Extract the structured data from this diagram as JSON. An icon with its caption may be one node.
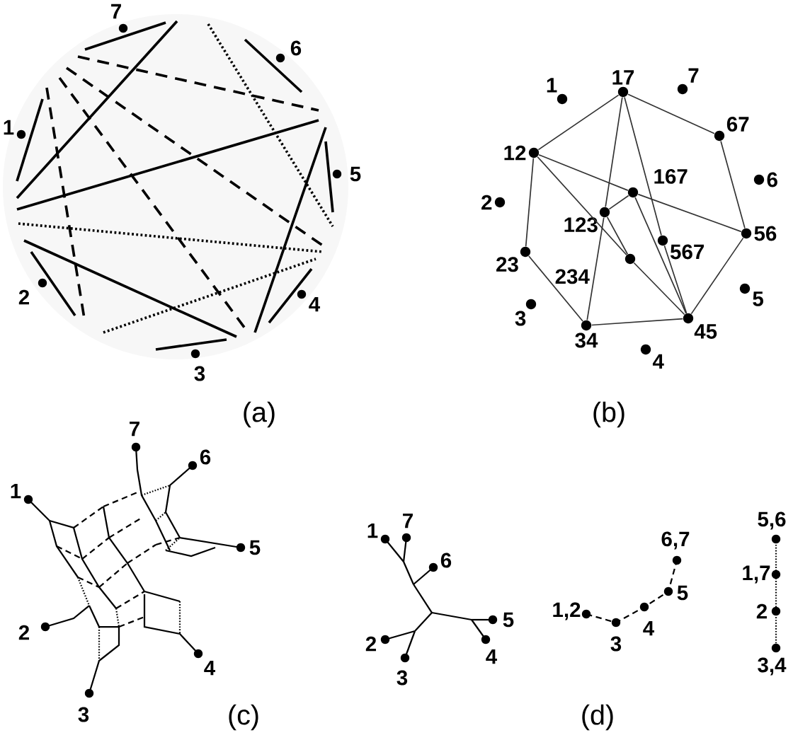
{
  "diagram": {
    "nodes": [
      {
        "text": [
          "1"
        ]
      },
      {
        "text": [
          "17"
        ]
      },
      {
        "text": [
          "7"
        ]
      },
      {
        "text": [
          "67"
        ]
      },
      {
        "text": [
          "12"
        ]
      },
      {
        "text": [
          "167"
        ]
      },
      {
        "text": [
          "6"
        ]
      },
      {
        "text": [
          "2"
        ]
      },
      {
        "text": [
          "123"
        ]
      },
      {
        "text": [
          "56"
        ]
      },
      {
        "text": [
          "567"
        ]
      },
      {
        "text": [
          "23"
        ]
      },
      {
        "text": [
          "234"
        ]
      },
      {
        "text": [
          "5"
        ]
      },
      {
        "text": [
          "3"
        ]
      },
      {
        "text": [
          "34"
        ]
      },
      {
        "text": [
          "45"
        ]
      },
      {
        "text": [
          "4"
        ]
      }
    ],
    "edges": [
      {
        "from": 1,
        "to": 4,
        "arrow": "none"
      },
      {
        "from": 1,
        "to": 3,
        "arrow": "none"
      },
      {
        "from": 3,
        "to": 9,
        "arrow": "none"
      },
      {
        "from": 9,
        "to": 16,
        "arrow": "none"
      },
      {
        "from": 16,
        "to": 15,
        "arrow": "none"
      },
      {
        "from": 15,
        "to": 11,
        "arrow": "none"
      },
      {
        "from": 11,
        "to": 4,
        "arrow": "none"
      },
      {
        "from": 4,
        "to": 5,
        "arrow": "none"
      },
      {
        "from": 5,
        "to": 9,
        "arrow": "none"
      },
      {
        "from": 4,
        "to": 12,
        "arrow": "none"
      },
      {
        "from": 12,
        "to": 16,
        "arrow": "none"
      },
      {
        "from": 1,
        "to": 8,
        "arrow": "none"
      },
      {
        "from": 8,
        "to": 15,
        "arrow": "none"
      },
      {
        "from": 1,
        "to": 10,
        "arrow": "none"
      },
      {
        "from": 10,
        "to": 16,
        "arrow": "none"
      },
      {
        "from": 8,
        "to": 5,
        "arrow": "none"
      },
      {
        "from": 5,
        "to": 16,
        "arrow": "none"
      },
      {
        "from": 8,
        "to": 12,
        "arrow": "none"
      }
    ],
    "labels": [
      "7",
      "6",
      "1",
      "5",
      "2",
      "4",
      "3",
      "(a)",
      "(b)",
      "7",
      "6",
      "1",
      "5",
      "2",
      "4",
      "3",
      "(c)",
      "1",
      "7",
      "6",
      "5",
      "4",
      "2",
      "3",
      "1,2",
      "6,7",
      "5",
      "4",
      "3",
      "5,6",
      "1,7",
      "2",
      "3,4",
      "(d)"
    ]
  }
}
